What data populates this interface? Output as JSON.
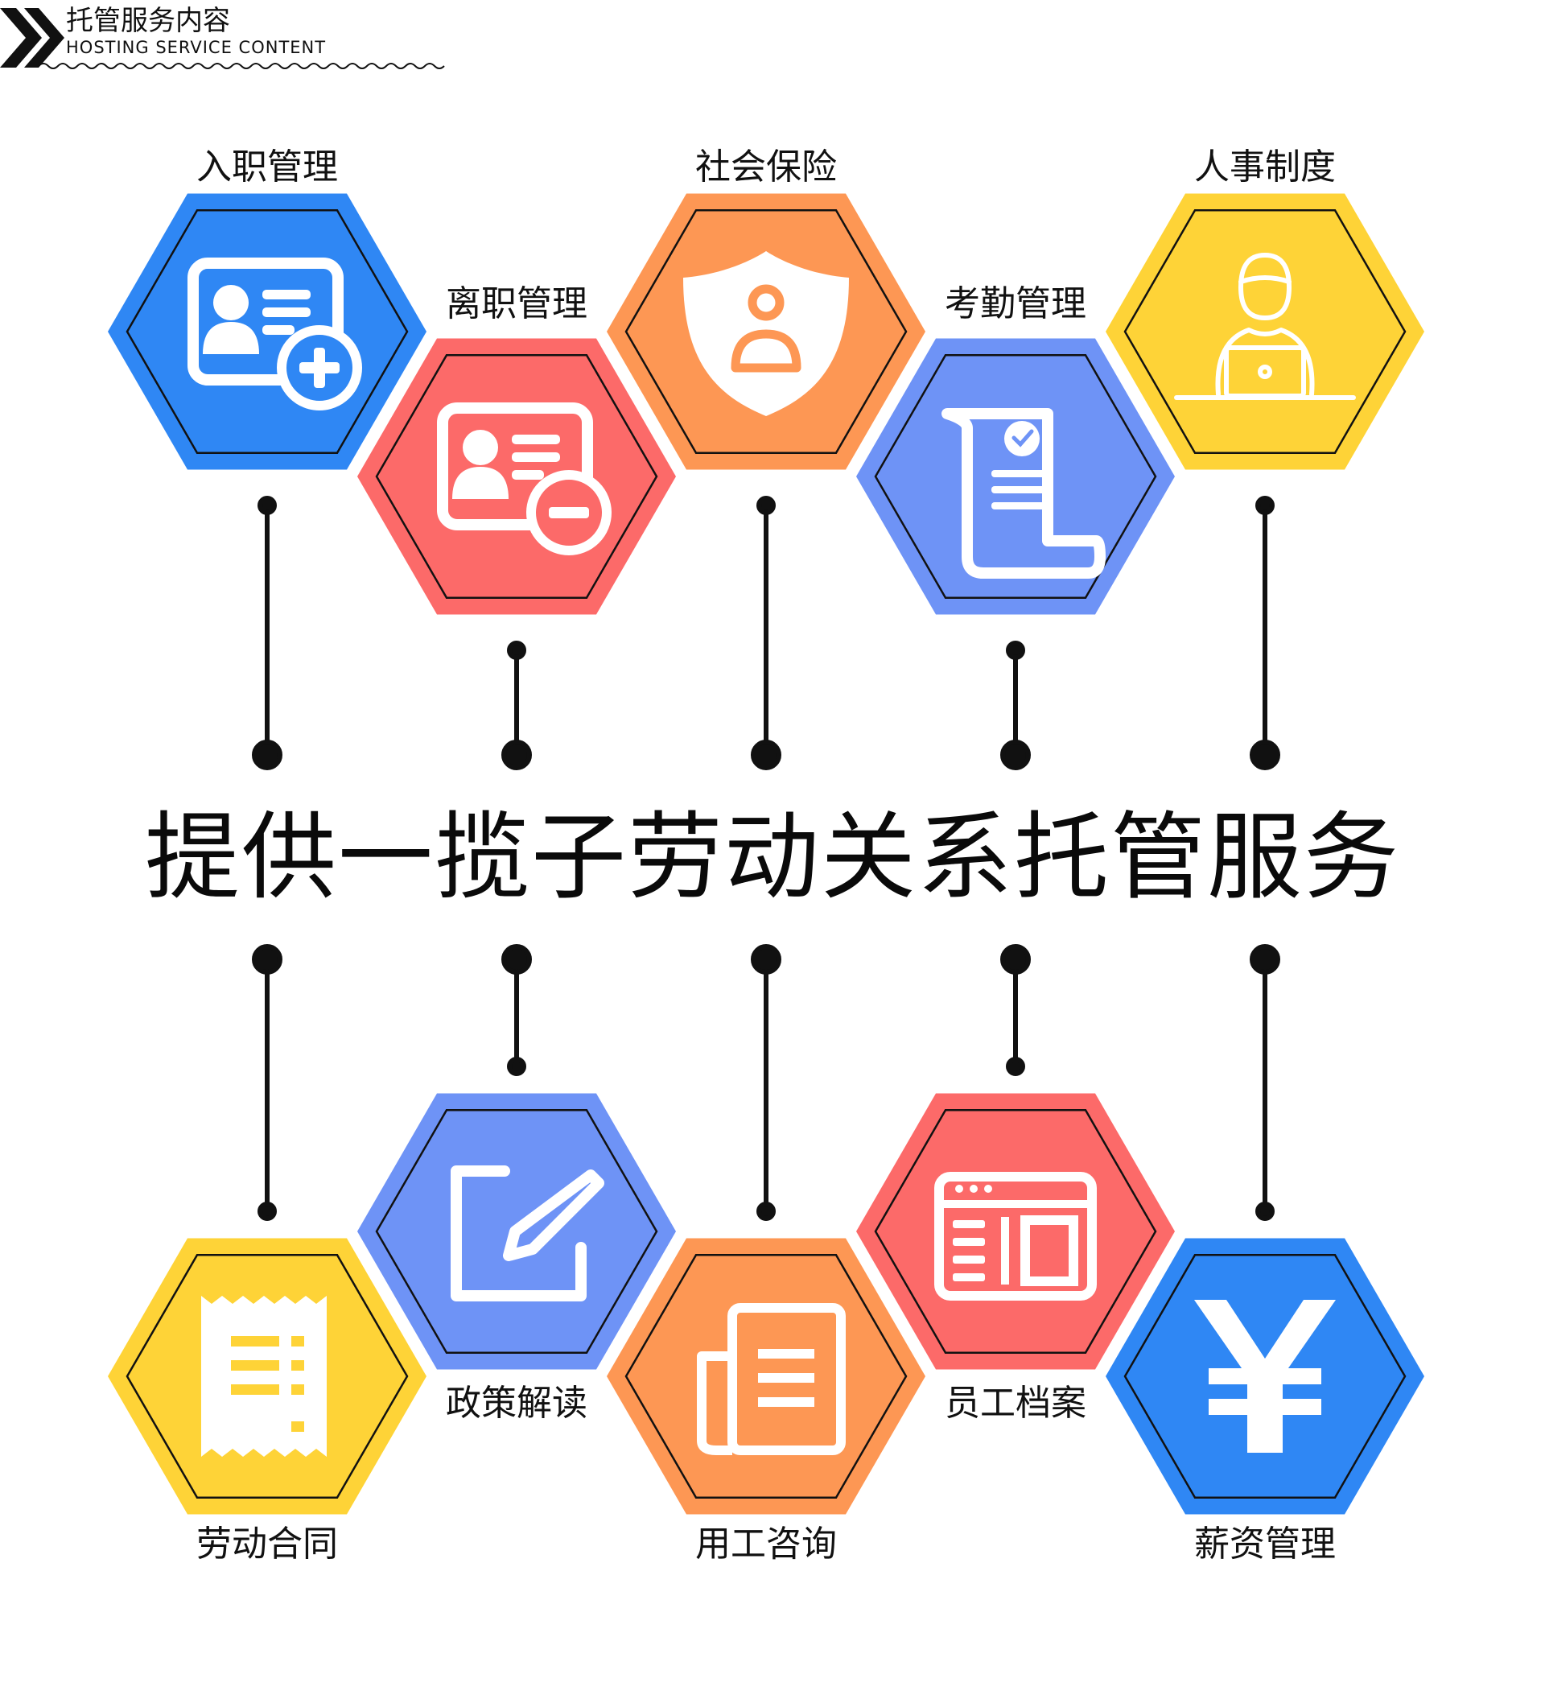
{
  "header": {
    "title": "托管服务内容",
    "subtitle": "HOSTING SERVICE CONTENT"
  },
  "headline": "提供一揽子劳动关系托管服务",
  "colors": {
    "blue": "#2f87f4",
    "red": "#fc6a69",
    "orange": "#fd9754",
    "periwinkle": "#6e93f6",
    "yellow": "#fed337"
  },
  "services": [
    {
      "label": "入职管理",
      "color": "blue",
      "icon": "id-card-add-icon"
    },
    {
      "label": "离职管理",
      "color": "red",
      "icon": "id-card-remove-icon"
    },
    {
      "label": "社会保险",
      "color": "orange",
      "icon": "shield-user-icon"
    },
    {
      "label": "考勤管理",
      "color": "periwinkle",
      "icon": "certificate-scroll-icon"
    },
    {
      "label": "人事制度",
      "color": "yellow",
      "icon": "person-laptop-icon"
    },
    {
      "label": "劳动合同",
      "color": "yellow",
      "icon": "receipt-icon"
    },
    {
      "label": "政策解读",
      "color": "periwinkle",
      "icon": "edit-pen-icon"
    },
    {
      "label": "用工咨询",
      "color": "orange",
      "icon": "newspaper-icon"
    },
    {
      "label": "员工档案",
      "color": "red",
      "icon": "browser-window-icon"
    },
    {
      "label": "薪资管理",
      "color": "blue",
      "icon": "yuan-icon"
    }
  ]
}
